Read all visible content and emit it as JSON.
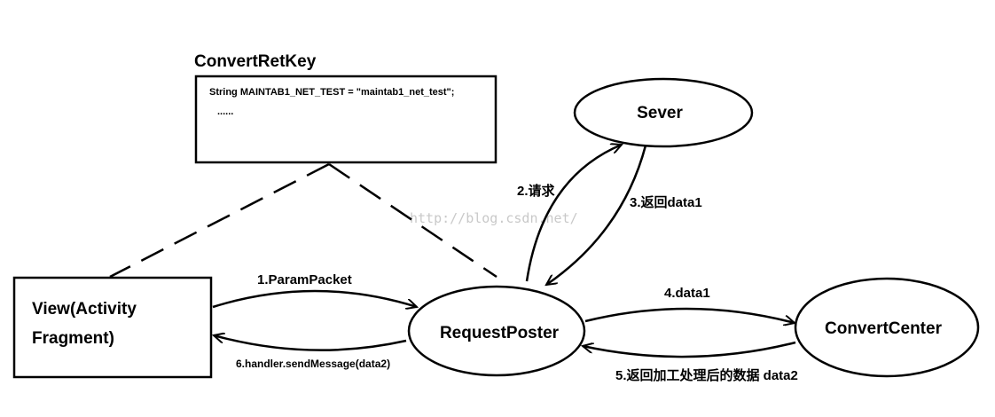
{
  "title": "ConvertRetKey",
  "key_box": {
    "line1": "String MAINTAB1_NET_TEST = \"maintab1_net_test\";",
    "line2": "......"
  },
  "nodes": {
    "view_line1": "View(Activity",
    "view_line2": "Fragment)",
    "request_poster": "RequestPoster",
    "server": "Sever",
    "convert_center": "ConvertCenter"
  },
  "edges": {
    "step1": "1.ParamPacket",
    "step2": "2.请求",
    "step3": "3.返回data1",
    "step4": "4.data1",
    "step5": "5.返回加工处理后的数据 data2",
    "step6": "6.handler.sendMessage(data2)"
  },
  "watermark": "http://blog.csdn.net/"
}
